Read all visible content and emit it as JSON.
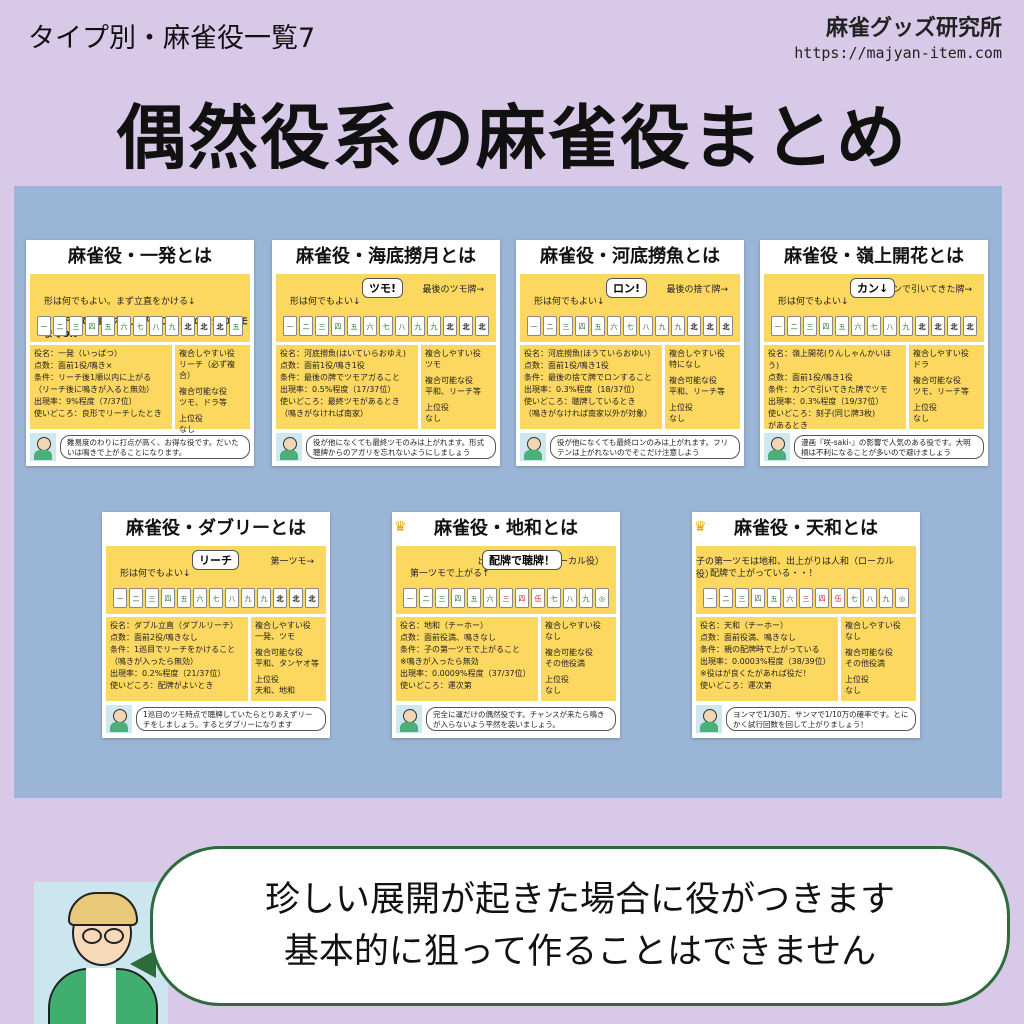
{
  "header": {
    "subtitle": "タイプ別・麻雀役一覧7",
    "brand_name": "麻雀グッズ研究所",
    "brand_url": "https://majyan-item.com",
    "main_title": "偶然役系の麻雀役まとめ"
  },
  "cards": [
    {
      "title": "麻雀役・一発とは",
      "crown": false,
      "note": "形は何でもよい。まず立直をかける↓",
      "hint": "",
      "bubble": "",
      "caption": "リーチして1順以内に上がること。次の自分のツモまでOK",
      "tiles": [
        "一",
        "二",
        "三",
        "四",
        "五",
        "六",
        "七",
        "八",
        "九",
        "北",
        "北",
        "北",
        "五"
      ],
      "info": [
        "役名：一発（いっぱつ）",
        "点数：面前1役/鳴き×",
        "条件：リーチ後1順以内に上がる",
        "（リーチ後に鳴きが入ると無効）",
        "出現率：9%程度（7/37位）",
        "使いどころ：良形でリーチしたとき"
      ],
      "side": [
        "複合しやすい役",
        "リーチ（必ず複合）",
        "",
        "複合可能な役",
        "ツモ、ドラ等",
        "",
        "上位役",
        "なし"
      ],
      "comment": "難易度のわりに打点が高く、お得な役です。だいたいは鳴きで上がることになります。"
    },
    {
      "title": "麻雀役・海底撈月とは",
      "crown": false,
      "note": "形は何でもよい↓",
      "hint": "最後のツモ牌→",
      "bubble": "ツモ!",
      "caption": "",
      "tiles": [
        "一",
        "二",
        "三",
        "四",
        "五",
        "六",
        "七",
        "八",
        "九",
        "九",
        "北",
        "北",
        "北"
      ],
      "info": [
        "役名：河底撈魚(はいていらおゆえ)",
        "点数：面前1役/鳴き1役",
        "条件：最後の牌でツモアガること",
        "出現率：0.5%程度（17/37位）",
        "使いどころ：最終ツモがあるとき",
        "（鳴きがなければ南家）"
      ],
      "side": [
        "複合しやすい役",
        "ツモ",
        "",
        "複合可能な役",
        "平和、リーチ等",
        "",
        "上位役",
        "なし"
      ],
      "comment": "役が他になくても最終ツモのみは上がれます。形式聴牌からのアガリを忘れないようにしましょう"
    },
    {
      "title": "麻雀役・河底撈魚とは",
      "crown": false,
      "note": "形は何でもよい↓",
      "hint": "最後の捨て牌→",
      "bubble": "ロン!",
      "caption": "",
      "tiles": [
        "一",
        "二",
        "三",
        "四",
        "五",
        "六",
        "七",
        "八",
        "九",
        "九",
        "北",
        "北",
        "北"
      ],
      "info": [
        "役名：河底撈魚(ほうていらおゆい)",
        "点数：面前1役/鳴き1役",
        "条件：最後の捨て牌でロンすること",
        "出現率：0.3%程度（18/37位）",
        "使いどころ：聴牌しているとき",
        "（鳴きがなければ南家以外が対象）"
      ],
      "side": [
        "複合しやすい役",
        "特になし",
        "",
        "複合可能な役",
        "平和、リーチ等",
        "",
        "上位役",
        "なし"
      ],
      "comment": "役が他になくても最終ロンのみは上がれます。フリテンは上がれないのでそこだけ注意しよう"
    },
    {
      "title": "麻雀役・嶺上開花とは",
      "crown": false,
      "note": "形は何でもよい↓",
      "hint": "カンで引いてきた牌→",
      "bubble": "カン↓",
      "caption": "",
      "tiles": [
        "一",
        "二",
        "三",
        "四",
        "五",
        "六",
        "七",
        "八",
        "九",
        "北",
        "北",
        "北",
        "北"
      ],
      "info": [
        "役名：嶺上開花(りんしゃんかいほう)",
        "点数：面前1役/鳴き1役",
        "条件：カンで引いてきた牌でツモ",
        "出現率：0.3%程度（19/37位）",
        "使いどころ：刻子(同じ牌3枚)",
        "があるとき"
      ],
      "side": [
        "複合しやすい役",
        "ドラ",
        "",
        "複合可能な役",
        "ツモ、リーチ等",
        "",
        "上位役",
        "なし"
      ],
      "comment": "漫画『咲-saki-』の影響で人気のある役です。大明槓は不利になることが多いので避けましょう"
    },
    {
      "title": "麻雀役・ダブリーとは",
      "crown": false,
      "note": "形は何でもよい↓",
      "hint": "第一ツモ→",
      "bubble": "リーチ",
      "caption": "",
      "tiles": [
        "一",
        "二",
        "三",
        "四",
        "五",
        "六",
        "七",
        "八",
        "九",
        "九",
        "北",
        "北",
        "北"
      ],
      "info": [
        "役名：ダブル立直（ダブルリーチ）",
        "点数：面前2役/鳴きなし",
        "条件：1巡目でリーチをかけること",
        "（鳴きが入ったら無効）",
        "出現率：0.2%程度（21/37位）",
        "使いどころ：配牌がよいとき"
      ],
      "side": [
        "複合しやすい役",
        "一発、ツモ",
        "",
        "複合可能な役",
        "平和、タンヤオ等",
        "",
        "上位役",
        "天和、地和"
      ],
      "comment": "1巡目のツモ時点で聴牌していたらとりあえずリーチをしましょう。するとダブリーになります"
    },
    {
      "title": "麻雀役・地和とは",
      "crown": true,
      "note": "第一ツモで上がる↑",
      "hint": "出上がりは人和（ローカル役）",
      "bubble": "配牌で聴牌！",
      "caption": "",
      "tiles": [
        "一",
        "二",
        "三",
        "四",
        "五",
        "六",
        "三",
        "四",
        "伍",
        "七",
        "八",
        "九",
        "◎"
      ],
      "info": [
        "役名：地和（チーホー）",
        "点数：面前役満、鳴きなし",
        "条件：子の第一ツモで上がること",
        "※鳴きが入ったら無効",
        "出現率：0.0009%程度（37/37位）",
        "使いどころ：運次第"
      ],
      "side": [
        "複合しやすい役",
        "なし",
        "",
        "複合可能な役",
        "その他役満",
        "",
        "上位役",
        "なし"
      ],
      "comment": "完全に運だけの偶然役です。チャンスが来たら鳴きが入らないよう平然を装いましょう。"
    },
    {
      "title": "麻雀役・天和とは",
      "crown": true,
      "note": "配牌で上がっている・・！",
      "hint": "子の第一ツモは地和、出上がりは人和（ローカル役）",
      "bubble": "",
      "caption": "",
      "tiles": [
        "一",
        "二",
        "三",
        "四",
        "五",
        "六",
        "三",
        "四",
        "伍",
        "七",
        "八",
        "九",
        "◎"
      ],
      "info": [
        "役名：天和（チーホー）",
        "点数：面前役満、鳴きなし",
        "条件：親の配牌時で上がっている",
        "出現率：0.0003%程度（38/39位）",
        "※役はが良くたがあれば役だ！",
        "使いどころ：運次第"
      ],
      "side": [
        "複合しやすい役",
        "なし",
        "",
        "複合可能な役",
        "その他役満",
        "",
        "上位役",
        "なし"
      ],
      "comment": "ヨンマで1/30万、サンマで1/10万の確率です。とにかく試行回数を回して上がりましょう！"
    }
  ],
  "speech": {
    "line1": "珍しい展開が起きた場合に役がつきます",
    "line2": "基本的に狙って作ることはできません"
  }
}
